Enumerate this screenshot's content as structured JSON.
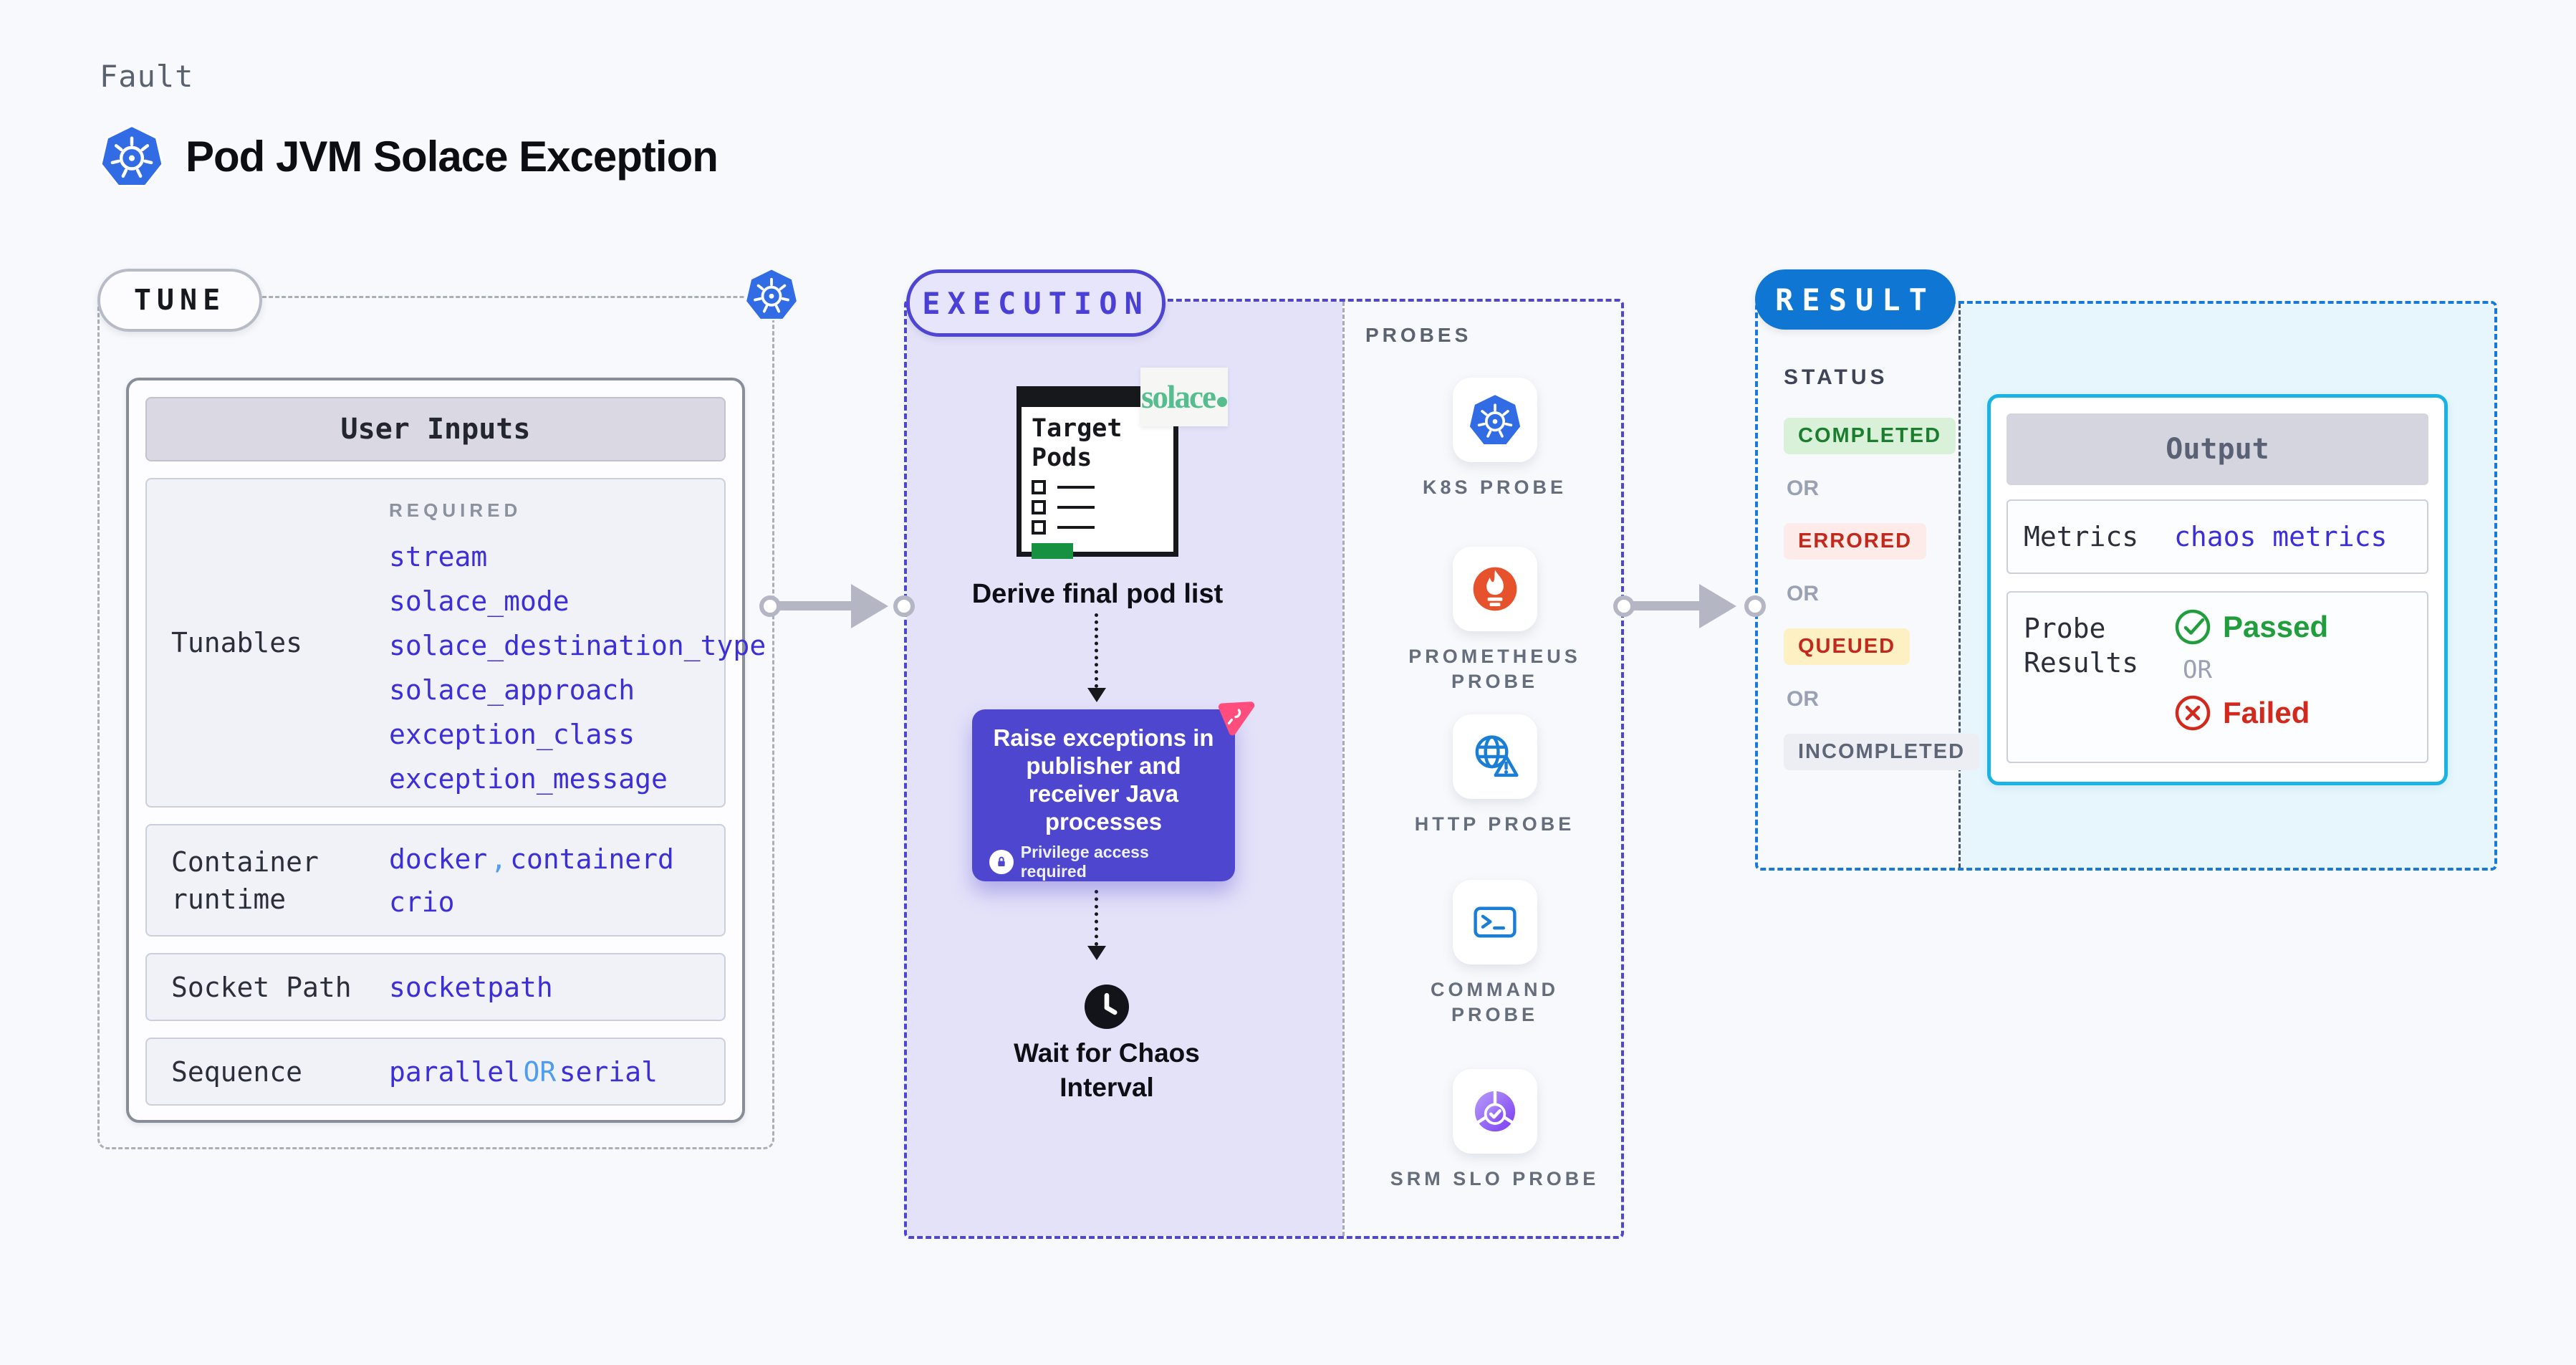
{
  "page": {
    "kicker": "Fault",
    "title": "Pod JVM Solace Exception"
  },
  "tune": {
    "badge": "TUNE",
    "user_inputs": {
      "header": "User Inputs",
      "tunables": {
        "label": "Tunables",
        "required_label": "REQUIRED",
        "params": [
          "stream",
          "solace_mode",
          "solace_destination_type",
          "solace_approach",
          "exception_class",
          "exception_message"
        ]
      },
      "container_runtime": {
        "label": "Container runtime",
        "value_1": "docker",
        "comma": ",",
        "value_2": "containerd",
        "value_3": "crio"
      },
      "socket_path": {
        "label": "Socket Path",
        "value": "socketpath"
      },
      "sequence": {
        "label": "Sequence",
        "value_1": "parallel",
        "or": "OR",
        "value_2": "serial"
      }
    }
  },
  "execution": {
    "badge": "EXECUTION",
    "target_pods_title": "Target Pods",
    "solace_wordmark": "solace",
    "derive_label": "Derive final pod list",
    "action_box": {
      "text": "Raise exceptions in publisher and receiver Java processes",
      "privilege_note": "Privilege access required"
    },
    "wait_label": "Wait for Chaos Interval",
    "probes": {
      "heading": "PROBES",
      "items": [
        {
          "name": "K8S PROBE",
          "icon": "kubernetes-icon"
        },
        {
          "name": "PROMETHEUS PROBE",
          "icon": "prometheus-icon"
        },
        {
          "name": "HTTP PROBE",
          "icon": "globe-warning-icon"
        },
        {
          "name": "COMMAND PROBE",
          "icon": "terminal-icon"
        },
        {
          "name": "SRM SLO PROBE",
          "icon": "slo-gauge-icon"
        }
      ]
    }
  },
  "result": {
    "badge": "RESULT",
    "status": {
      "heading": "STATUS",
      "or": "OR",
      "completed": "COMPLETED",
      "errored": "ERRORED",
      "queued": "QUEUED",
      "incompleted": "INCOMPLETED"
    },
    "output": {
      "header": "Output",
      "metrics_label": "Metrics",
      "metrics_value": "chaos metrics",
      "probe_results_label": "Probe Results",
      "passed_label": "Passed",
      "or": "OR",
      "failed_label": "Failed"
    }
  },
  "colors": {
    "page_bg": "#f8f9fc",
    "kubernetes_blue": "#326ce5",
    "tune_border_gray": "#a9aeb7",
    "execution_indigo": "#4e45d3",
    "execution_fill": "#e4e2f9",
    "action_purple": "#4f46cf",
    "litmus_pink": "#ff4d7d",
    "solace_green": "#55bd8e",
    "result_blue": "#0f77d3",
    "output_cyan_border": "#19b3e5",
    "output_cyan_bg": "#e7f6fd",
    "value_indigo": "#3c2fd8",
    "value_lightblue": "#4f9df1",
    "completed_green": "#1b7e2f",
    "errored_red": "#c3281c",
    "queued_yellow_bg": "#fdf1c4",
    "passed_green": "#1f9e3b",
    "failed_red": "#d3291d",
    "prometheus_orange": "#e6522c",
    "probe_icon_blue": "#1a7fd4",
    "arrow_gray": "#b4b7c3",
    "target_green_button": "#16913f"
  }
}
